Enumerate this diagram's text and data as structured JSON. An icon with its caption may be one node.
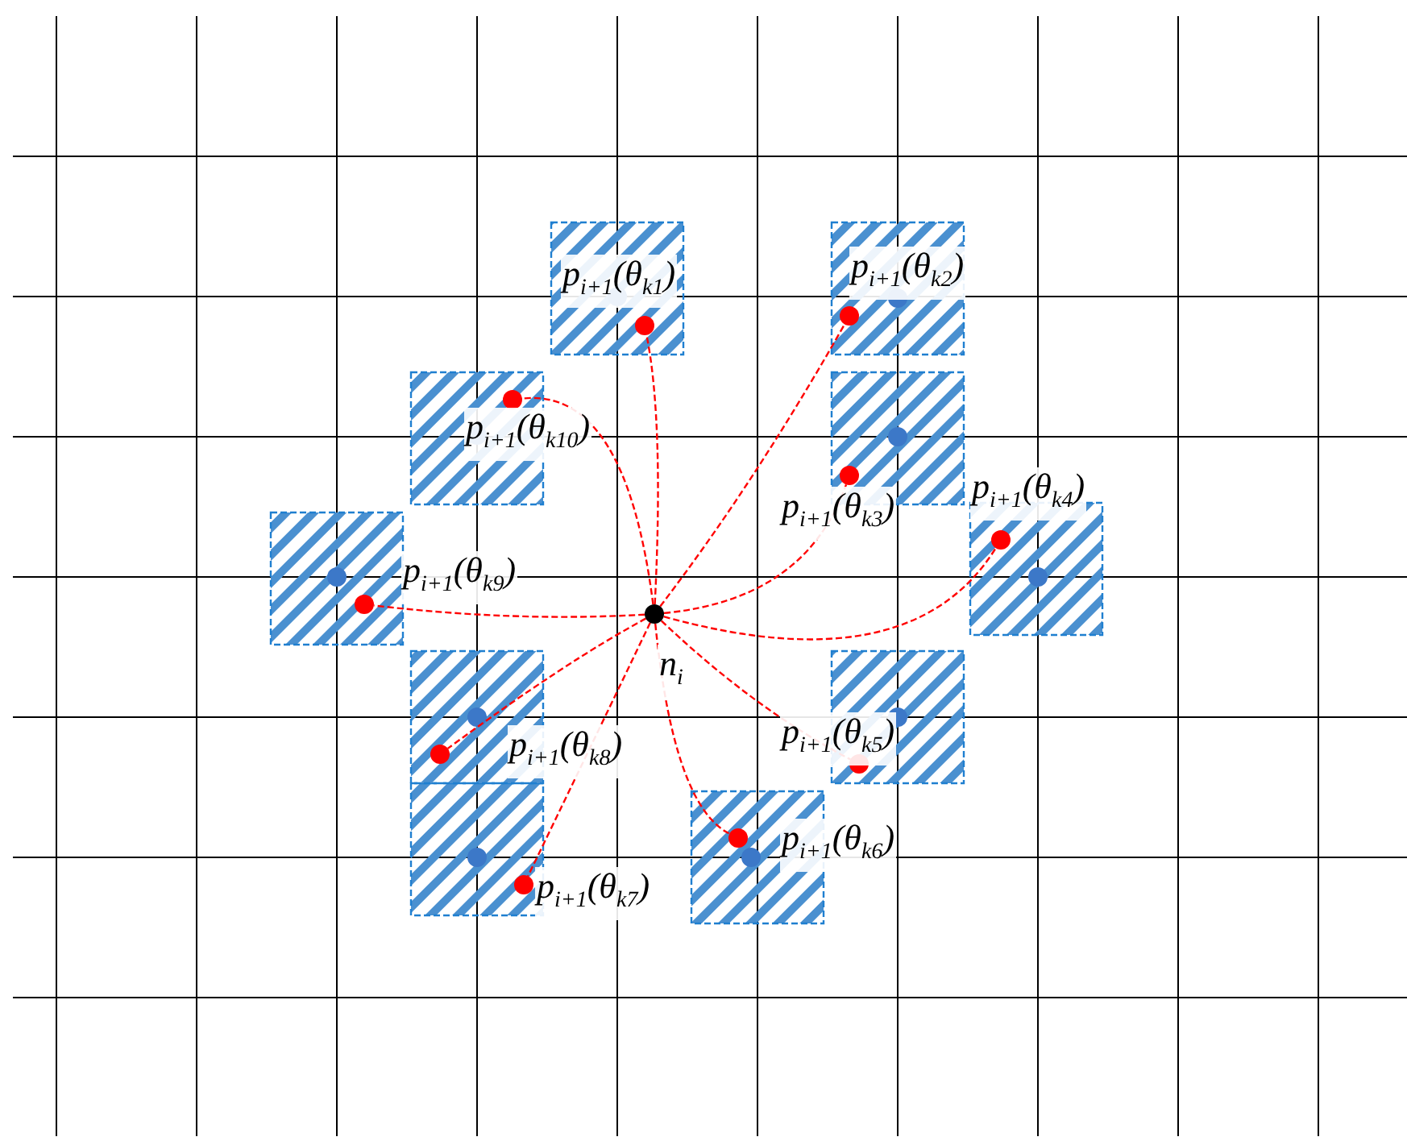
{
  "diagram": {
    "nodes": [
      {
        "text": [],
        "shape": "circle",
        "beside": [
          "n$_{i}$"
        ]
      },
      {
        "text": [],
        "shape": "circle",
        "beside": [
          "p$_{i+1}$(θ$_{k1}$)"
        ]
      },
      {
        "text": [],
        "shape": "circle",
        "beside": [
          "p$_{i+1}$(θ$_{k2}$)"
        ]
      },
      {
        "text": [],
        "shape": "circle",
        "beside": [
          "p$_{i+1}$(θ$_{k3}$)"
        ]
      },
      {
        "text": [],
        "shape": "circle",
        "beside": [
          "p$_{i+1}$(θ$_{k4}$)"
        ]
      },
      {
        "text": [],
        "shape": "circle",
        "beside": [
          "p$_{i+1}$(θ$_{k5}$)"
        ]
      },
      {
        "text": [],
        "shape": "circle",
        "beside": [
          "p$_{i+1}$(θ$_{k6}$)"
        ]
      },
      {
        "text": [],
        "shape": "circle",
        "beside": [
          "p$_{i+1}$(θ$_{k7}$)"
        ]
      },
      {
        "text": [],
        "shape": "circle",
        "beside": [
          "p$_{i+1}$(θ$_{k8}$)"
        ]
      },
      {
        "text": [],
        "shape": "circle",
        "beside": [
          "p$_{i+1}$(θ$_{k9}$)"
        ]
      },
      {
        "text": [],
        "shape": "circle",
        "beside": [
          "p$_{i+1}$(θ$_{k10}$)"
        ]
      }
    ],
    "edges": [
      {
        "from": 0,
        "to": 1,
        "arrow": "none",
        "style": "dashed"
      },
      {
        "from": 0,
        "to": 2,
        "arrow": "none",
        "style": "dashed"
      },
      {
        "from": 0,
        "to": 3,
        "arrow": "none",
        "style": "dashed"
      },
      {
        "from": 0,
        "to": 4,
        "arrow": "none",
        "style": "dashed"
      },
      {
        "from": 0,
        "to": 5,
        "arrow": "none",
        "style": "dashed"
      },
      {
        "from": 0,
        "to": 6,
        "arrow": "none",
        "style": "dashed"
      },
      {
        "from": 0,
        "to": 7,
        "arrow": "none",
        "style": "dashed"
      },
      {
        "from": 0,
        "to": 8,
        "arrow": "none",
        "style": "dashed"
      },
      {
        "from": 0,
        "to": 9,
        "arrow": "none",
        "style": "dashed"
      },
      {
        "from": 0,
        "to": 10,
        "arrow": "none",
        "style": "dashed"
      }
    ]
  }
}
